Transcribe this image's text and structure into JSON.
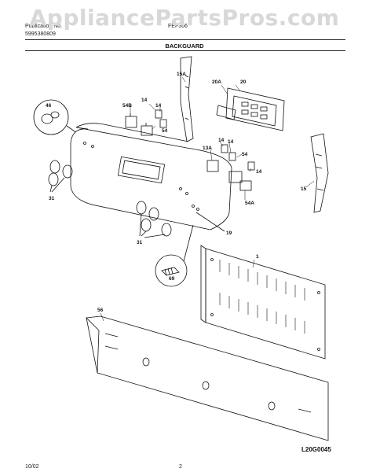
{
  "watermark": "AppliancePartsPros.com",
  "header": {
    "publication_label": "Publication No.",
    "publication_number": "5995380809",
    "model": "FEF366",
    "section_title": "BACKGUARD"
  },
  "callouts": {
    "c1": "1",
    "c14a": "14",
    "c14b": "14",
    "c14c": "14",
    "c14d": "14",
    "c15": "15",
    "c15a": "15A",
    "c19": "19",
    "c20": "20",
    "c20a": "20A",
    "c31a": "31",
    "c31b": "31",
    "c46": "46",
    "c54a": "54",
    "c54b": "54",
    "c54ba": "54A",
    "c54bb": "54B",
    "c13a": "13A",
    "c56": "56",
    "c69": "69"
  },
  "footer": {
    "date": "10/02",
    "page": "2",
    "diagram_code": "L20G0045"
  }
}
